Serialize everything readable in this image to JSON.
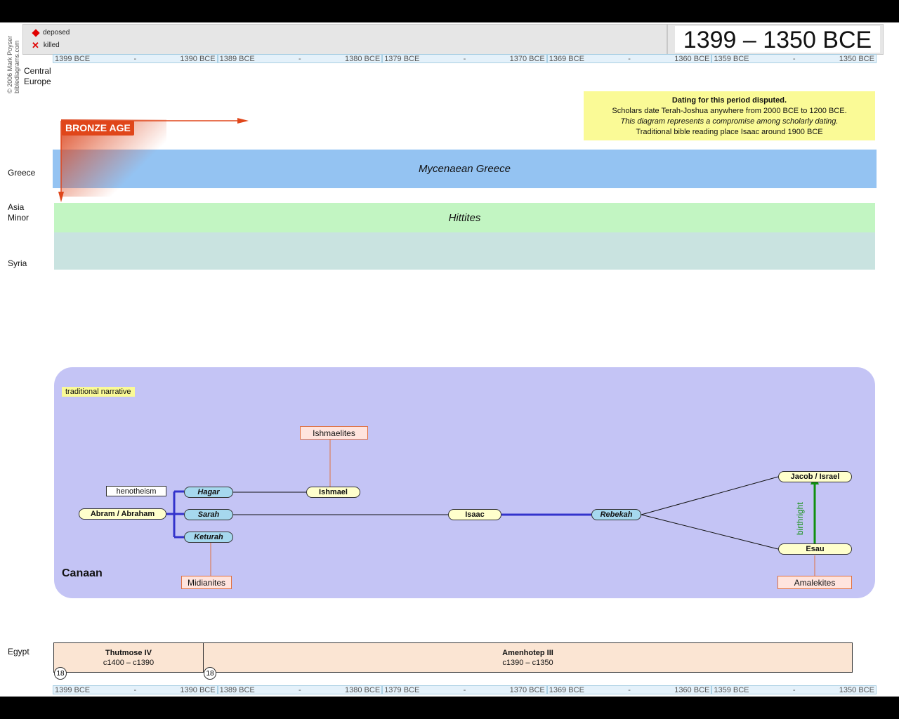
{
  "credit": [
    "© 2006 Mark Poyser",
    "biblediagrams.com"
  ],
  "legend": {
    "deposed": "deposed",
    "killed": "killed"
  },
  "title": "1399 – 1350 BCE",
  "ruler": [
    {
      "start": "1399 BCE",
      "mid": "-",
      "end": "1390 BCE"
    },
    {
      "start": "1389 BCE",
      "mid": "-",
      "end": "1380 BCE"
    },
    {
      "start": "1379 BCE",
      "mid": "-",
      "end": "1370 BCE"
    },
    {
      "start": "1369 BCE",
      "mid": "-",
      "end": "1360 BCE"
    },
    {
      "start": "1359 BCE",
      "mid": "-",
      "end": "1350 BCE"
    }
  ],
  "regions": {
    "central_europe": "Central\nEurope",
    "greece": "Greece",
    "asia_minor": "Asia\nMinor",
    "syria": "Syria",
    "egypt": "Egypt"
  },
  "note": {
    "line1": "Dating for this period disputed.",
    "line2": "Scholars date Terah-Joshua anywhere from 2000 BCE to 1200 BCE.",
    "line3": "This diagram represents a compromise among scholarly dating.",
    "line4": "Traditional bible reading place Isaac around 1900 BCE"
  },
  "bronze_age": "BRONZE AGE",
  "bands": {
    "greece": "Mycenaean Greece",
    "asia_minor": "Hittites"
  },
  "canaan": {
    "label": "Canaan",
    "tag": "traditional narrative",
    "henotheism": "henotheism",
    "people": {
      "abraham": "Abram / Abraham",
      "hagar": "Hagar",
      "sarah": "Sarah",
      "keturah": "Keturah",
      "ishmael": "Ishmael",
      "isaac": "Isaac",
      "rebekah": "Rebekah",
      "jacob": "Jacob / Israel",
      "esau": "Esau"
    },
    "groups": {
      "ishmaelites": "Ishmaelites",
      "midianites": "Midianites",
      "amalekites": "Amalekites"
    },
    "birthright": "birthright"
  },
  "egypt_rulers": [
    {
      "name": "Thutmose IV",
      "dates": "c1400 – c1390",
      "dynasty": "18"
    },
    {
      "name": "Amenhotep III",
      "dates": "c1390 – c1350",
      "dynasty": "18"
    }
  ],
  "colors": {
    "greece": "#94c3f2",
    "hittites": "#c2f5c2",
    "syria": "#c9e3e0",
    "canaan": "#c4c4f5",
    "bronze_age": "#e0461a",
    "birthright_arrow": "#109010",
    "marriage_line": "#3333cc"
  }
}
